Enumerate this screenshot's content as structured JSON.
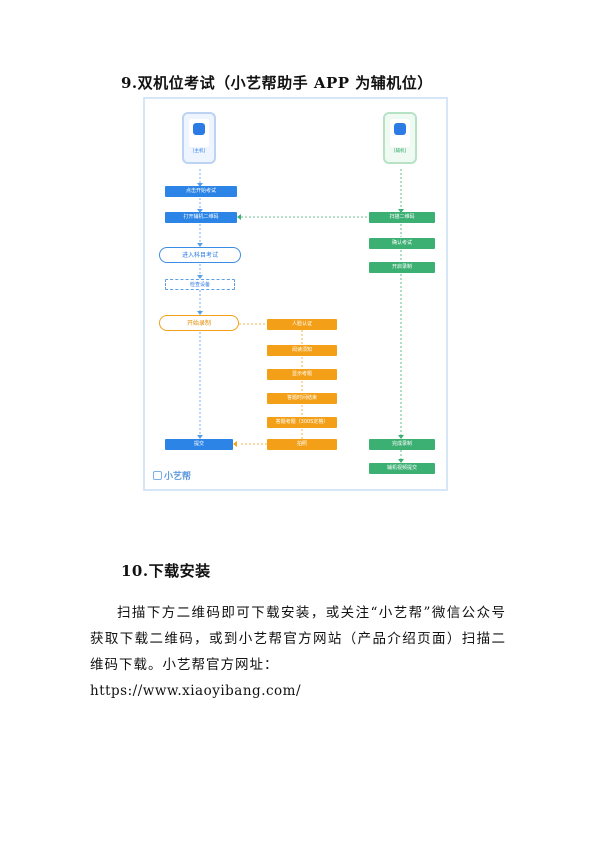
{
  "section9_title": "9.双机位考试（小艺帮助手 APP 为辅机位）",
  "diagram": {
    "phone_main_label": "[主机]",
    "phone_aux_label": "[辅机]",
    "left": {
      "start_exam": "点击开始考试",
      "open_qr": "打开辅机二维码",
      "enter_subject": "进入科目考试",
      "check_device": "检查设备",
      "start_recording": "开始录制",
      "submit": "提交"
    },
    "middle": {
      "face_auth": "人脸认证",
      "read_notice": "阅读须知",
      "show_question": "显示考题",
      "memo_time": "答题时间结束",
      "answer_time": "答题考题（300S定格）",
      "photo": "拍照"
    },
    "right": {
      "scan_qr": "扫描二维码",
      "confirm_exam": "确认考试",
      "start_record": "开启录制",
      "finish_record": "完成录制",
      "aux_upload": "辅机视频提交"
    },
    "brand": "小艺帮"
  },
  "section10_title": "10.下载安装",
  "paragraph": "扫描下方二维码即可下载安装，或关注“小艺帮”微信公众号获取下载二维码，或到小艺帮官方网站（产品介绍页面）扫描二维码下载。小艺帮官方网址：",
  "url": "https://www.xiaoyibang.com/"
}
